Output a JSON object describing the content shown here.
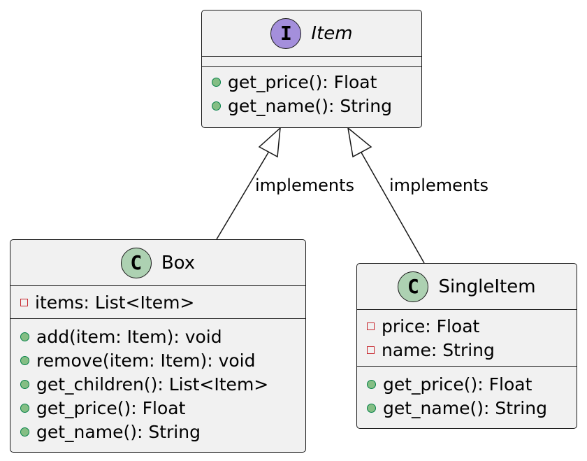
{
  "diagram": {
    "classes": {
      "item": {
        "stereotype_letter": "I",
        "name": "Item",
        "attributes": [],
        "methods": [
          "get_price(): Float",
          "get_name(): String"
        ]
      },
      "box": {
        "stereotype_letter": "C",
        "name": "Box",
        "attributes": [
          "items: List<Item>"
        ],
        "methods": [
          "add(item: Item): void",
          "remove(item: Item): void",
          "get_children(): List<Item>",
          "get_price(): Float",
          "get_name(): String"
        ]
      },
      "single_item": {
        "stereotype_letter": "C",
        "name": "SingleItem",
        "attributes": [
          "price: Float",
          "name: String"
        ],
        "methods": [
          "get_price(): Float",
          "get_name(): String"
        ]
      }
    },
    "relations": [
      {
        "from": "Box",
        "to": "Item",
        "type": "realization",
        "label": "implements"
      },
      {
        "from": "SingleItem",
        "to": "Item",
        "type": "realization",
        "label": "implements"
      }
    ],
    "colors": {
      "class_fill": "#f1f1f1",
      "border": "#181818",
      "interface_badge": "#a48fdc",
      "class_badge": "#add1b2",
      "public_marker": "#84be84",
      "private_marker": "#c82930"
    }
  }
}
